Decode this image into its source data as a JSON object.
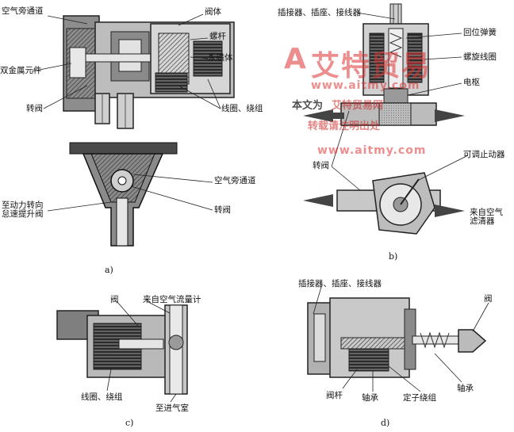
{
  "labels": {
    "a_bypass_top": "空气旁通道",
    "a_valve_body": "阀体",
    "a_screw": "螺杆",
    "a_magnet": "永磁体",
    "a_bimetal": "双金属元件",
    "a_rotary_valve_top": "转阀",
    "a_coil": "线圈、绕组",
    "a_bypass_bottom": "空气旁通道",
    "a_rotary_valve_bottom": "转阀",
    "a_to_power_steering": "至动力转向\n怠速提升阀",
    "b_connector": "插接器、插座、接线器",
    "b_return_spring": "回位弹簧",
    "b_solenoid": "螺旋线圈",
    "b_armature": "电枢",
    "b_rotary_valve": "转阀",
    "b_adjustable_stop": "可调止动器",
    "b_from_air_cleaner": "来自空气\n滤清器",
    "c_valve": "阀",
    "c_from_airflow_meter": "来自空气流量计",
    "c_coil": "线圈、绕组",
    "c_to_intake": "至进气室",
    "d_connector": "插接器、插座、接线器",
    "d_valve": "阀",
    "d_bearing_right": "轴承",
    "d_valve_stem": "阀杆",
    "d_bearing_bottom": "轴承",
    "d_stator_winding": "定子绕组"
  },
  "captions": {
    "a": "a)",
    "b": "b)",
    "c": "c)",
    "d": "d)"
  },
  "watermark": {
    "logo_letter": "A",
    "logo_text": "艾特贸易",
    "url_top": "www.aitmy.com",
    "url_bottom": "www.aitmy.com",
    "note_line1": "本文为",
    "note_highlight": "艾特贸易网",
    "note_line2": "转载请注明出处"
  },
  "colors": {
    "ink": "#1a1a1a",
    "metal": "#9a9a9a",
    "dark": "#3a3a3a",
    "watermark": "#cc3333"
  }
}
